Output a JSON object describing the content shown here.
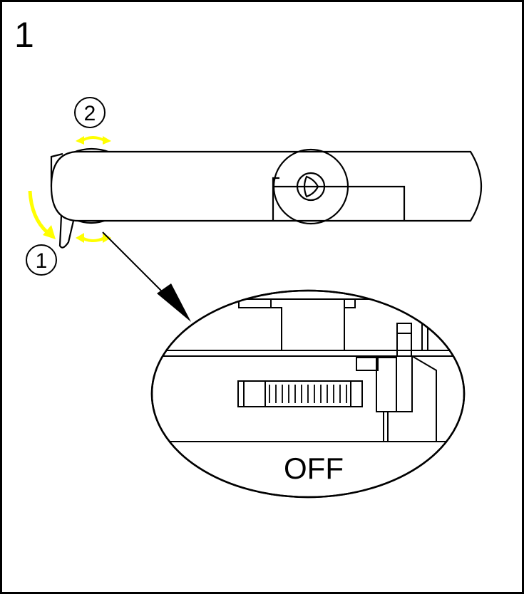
{
  "step": {
    "number": "1"
  },
  "callouts": [
    {
      "id": "1",
      "label": "①"
    },
    {
      "id": "2",
      "label": "②"
    }
  ],
  "detail": {
    "state_label": "OFF"
  },
  "colors": {
    "arrow": "#ffff00",
    "line": "#000000",
    "background": "#ffffff"
  },
  "icons": [
    "rotate-arrow-icon",
    "curved-arrow-icon",
    "pointer-arrow-icon"
  ]
}
